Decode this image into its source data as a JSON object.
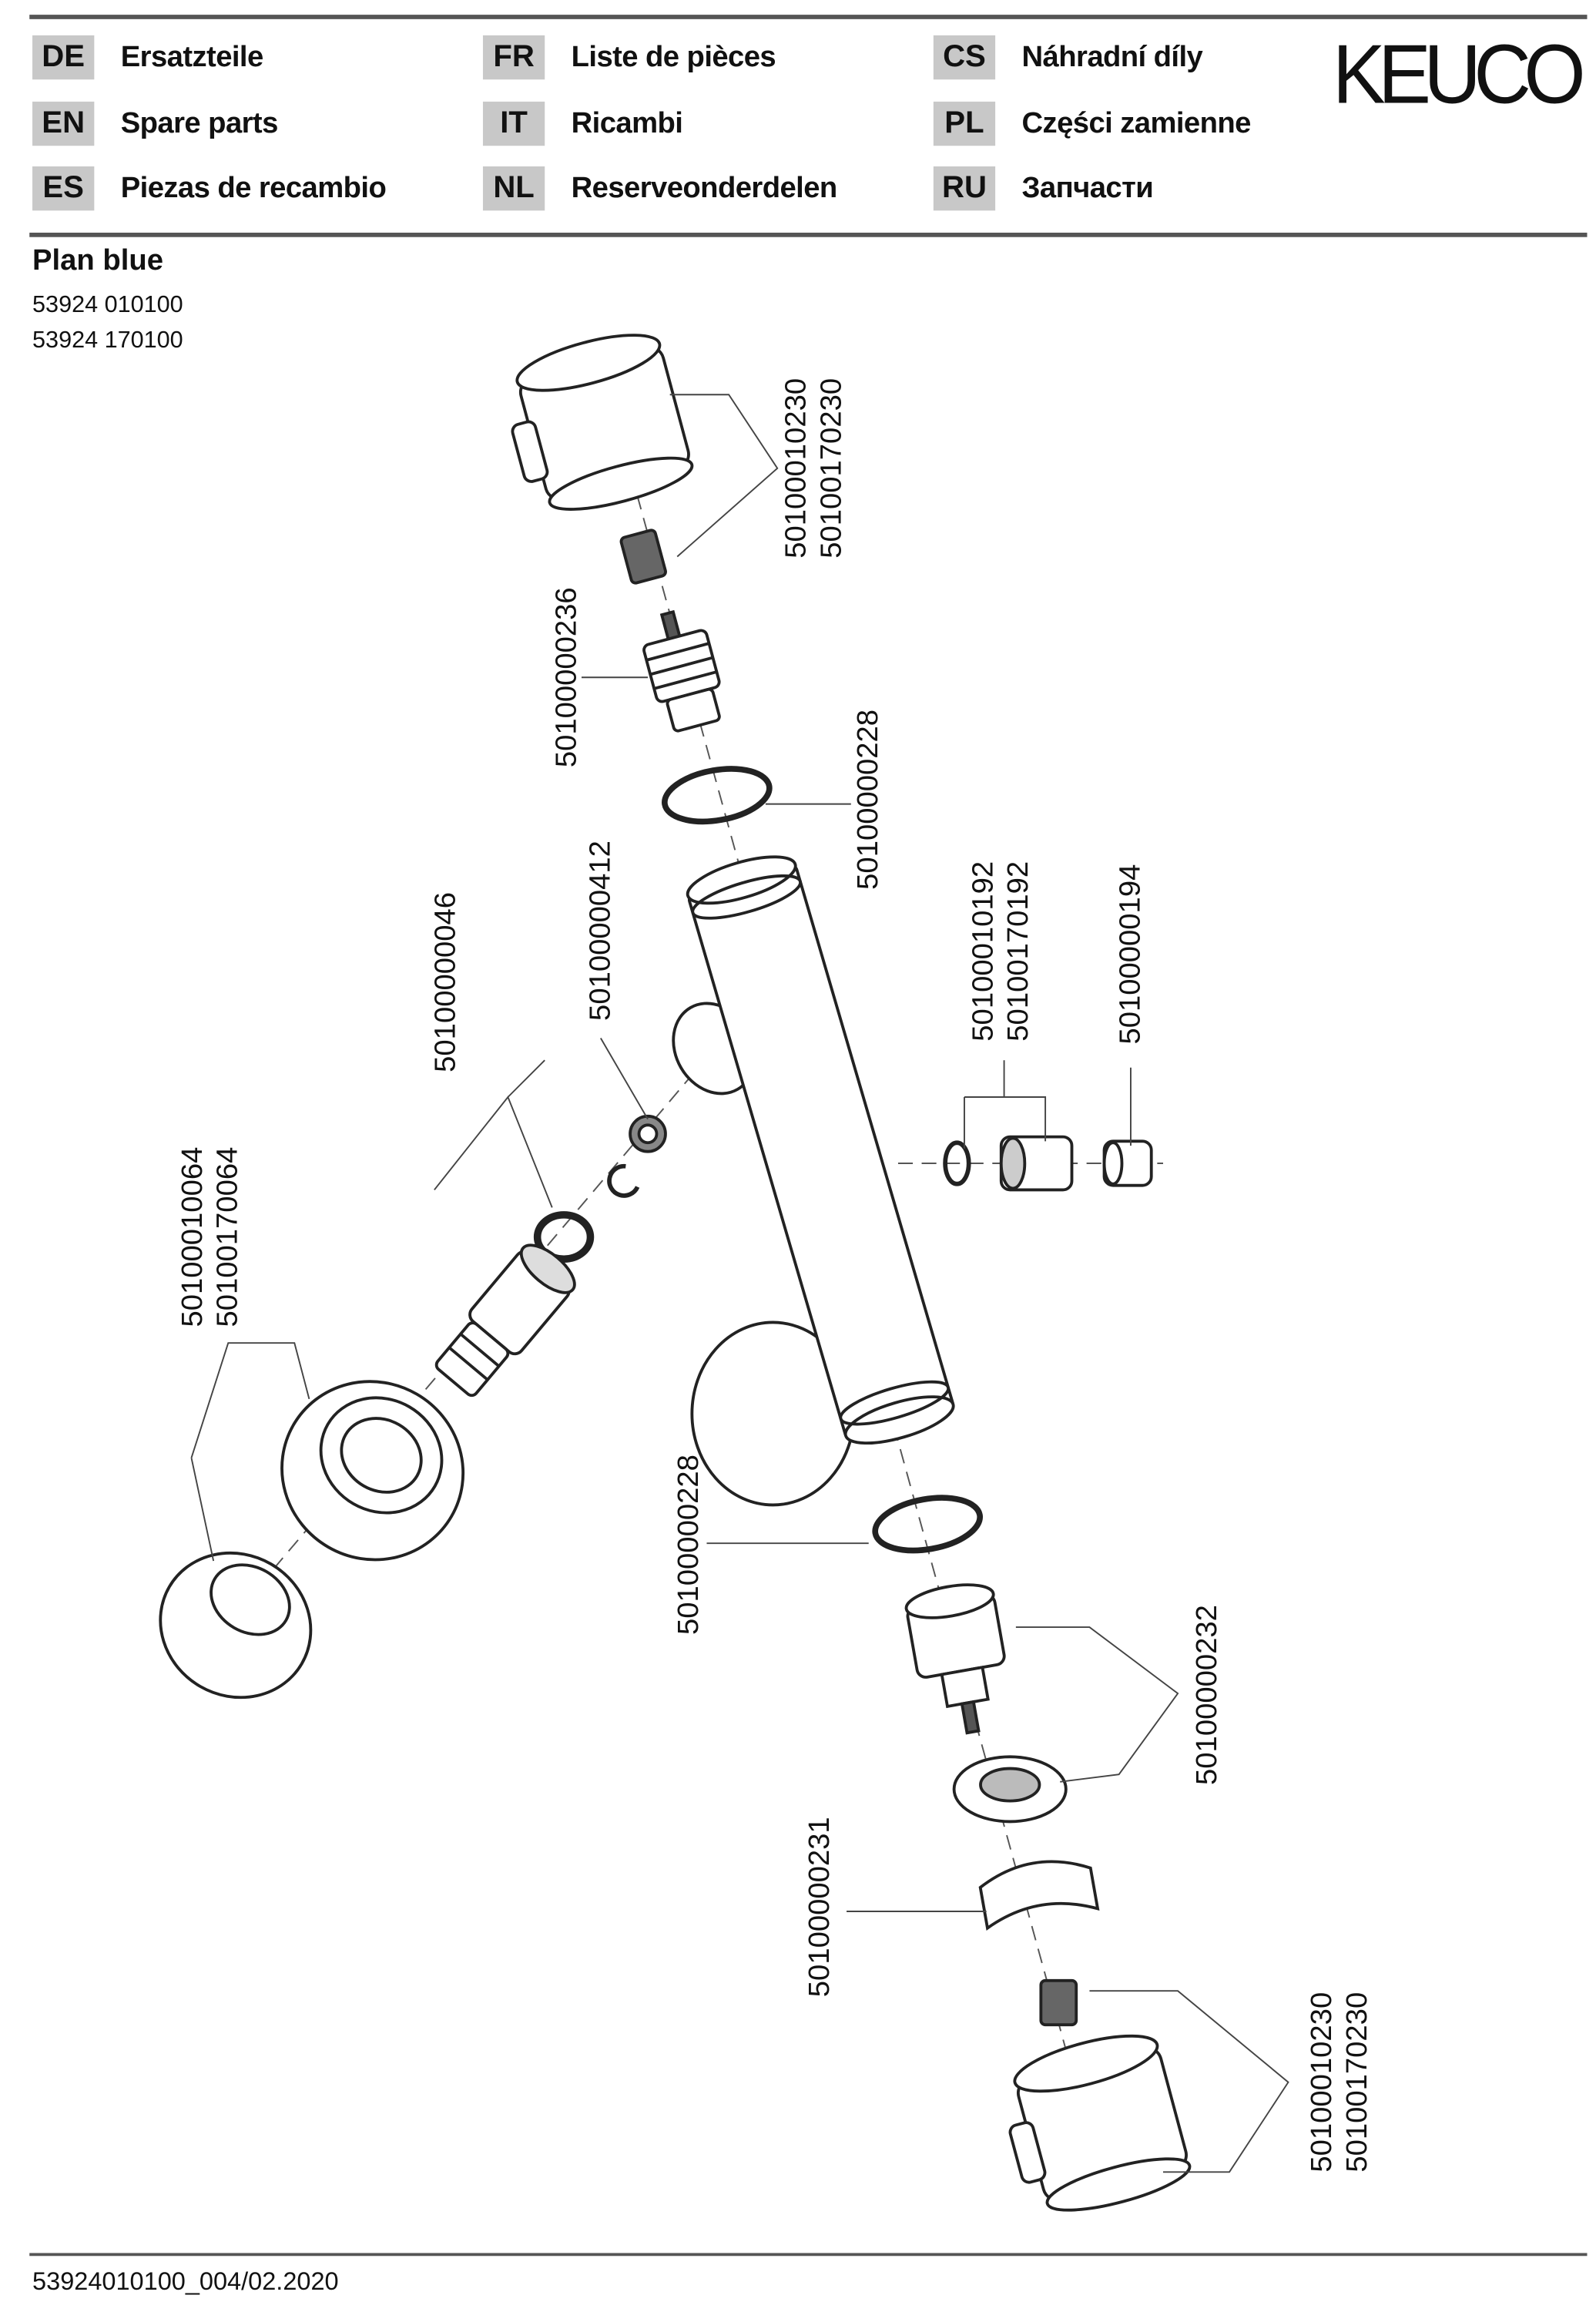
{
  "header": {
    "languages": [
      {
        "code": "DE",
        "label": "Ersatzteile"
      },
      {
        "code": "EN",
        "label": "Spare parts"
      },
      {
        "code": "ES",
        "label": "Piezas de recambio"
      },
      {
        "code": "FR",
        "label": "Liste de pièces"
      },
      {
        "code": "IT",
        "label": "Ricambi"
      },
      {
        "code": "NL",
        "label": "Reserveonderdelen"
      },
      {
        "code": "CS",
        "label": "Náhradní díly"
      },
      {
        "code": "PL",
        "label": "Części zamienne"
      },
      {
        "code": "RU",
        "label": "Запчасти"
      }
    ],
    "brand": "KEUCO"
  },
  "product": {
    "name": "Plan blue",
    "articles": [
      "53924 010100",
      "53924 170100"
    ]
  },
  "parts": [
    {
      "numbers": [
        "50100010230",
        "50100170230"
      ]
    },
    {
      "numbers": [
        "50100000236"
      ]
    },
    {
      "numbers": [
        "50100000228"
      ]
    },
    {
      "numbers": [
        "50100000412"
      ]
    },
    {
      "numbers": [
        "50100000046"
      ]
    },
    {
      "numbers": [
        "50100010192",
        "50100170192"
      ]
    },
    {
      "numbers": [
        "50100000194"
      ]
    },
    {
      "numbers": [
        "50100010064",
        "50100170064"
      ]
    },
    {
      "numbers": [
        "50100000228"
      ]
    },
    {
      "numbers": [
        "50100000232"
      ]
    },
    {
      "numbers": [
        "50100000231"
      ]
    },
    {
      "numbers": [
        "50100010230",
        "50100170230"
      ]
    }
  ],
  "footer": {
    "doc_id": "53924010100_004/02.2020"
  }
}
